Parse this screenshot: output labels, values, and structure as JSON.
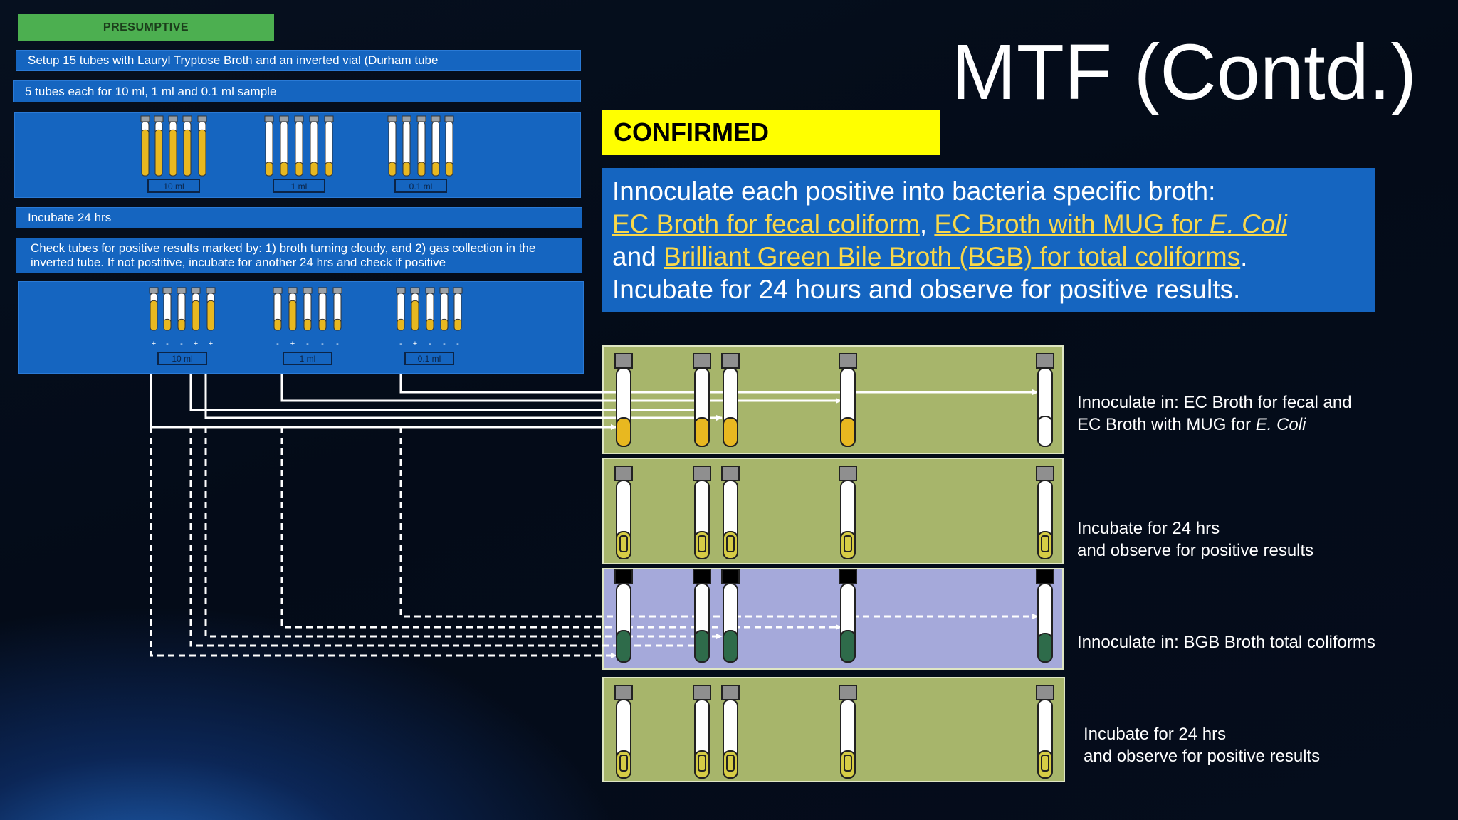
{
  "title": "MTF (Contd.)",
  "presumptive": {
    "header": "PRESUMPTIVE",
    "step1": "Setup 15 tubes with Lauryl Tryptose Broth and an inverted vial (Durham tube",
    "step2": "5 tubes each for 10 ml, 1 ml and 0.1 ml sample",
    "volumes": [
      "10 ml",
      "1 ml",
      "0.1 ml"
    ],
    "step3": "Incubate 24 hrs",
    "step4_line1": "Check tubes for positive results marked by: 1) broth turning cloudy, and 2) gas collection in the",
    "step4_line2": "inverted tube.  If not postitive, incubate for another 24 hrs and check if positive",
    "results": {
      "10 ml": [
        "+",
        "-",
        "-",
        "+",
        "+"
      ],
      "1 ml": [
        "-",
        "+",
        "-",
        "-",
        "-"
      ],
      "0.1 ml": [
        "-",
        "+",
        "-",
        "-",
        "-"
      ]
    }
  },
  "confirmed": {
    "header": "CONFIRMED",
    "line1": "Innoculate each positive into bacteria specific broth:",
    "link1": "EC Broth for fecal coliform",
    "sep1": ", ",
    "link2_prefix": "EC Broth with MUG for ",
    "link2_em": "E. Coli",
    "and": "and ",
    "link3": "Brilliant Green Bile Broth (BGB) for total coliforms",
    "period": ".",
    "line4": "Incubate for 24 hours and observe for positive results."
  },
  "rows": [
    {
      "line1": "Innoculate in: EC Broth for fecal and",
      "line2_prefix": "EC Broth with MUG for ",
      "line2_em": "E. Coli",
      "bg": "#a7b56b"
    },
    {
      "line1": "Incubate for 24 hrs",
      "line2_prefix": "and observe for positive results",
      "line2_em": "",
      "bg": "#a7b56b"
    },
    {
      "line1": "Innoculate in: BGB Broth total coliforms",
      "line2_prefix": "",
      "line2_em": "",
      "bg": "#a5a9da"
    },
    {
      "line1": "Incubate for 24 hrs",
      "line2_prefix": "and observe for positive results",
      "line2_em": "",
      "bg": "#a7b56b"
    }
  ],
  "colors": {
    "blue_panel": "#1565c0",
    "yellow": "#ffff00",
    "green_header": "#4caf50",
    "broth_yellow": "#e8b820",
    "bgb_green": "#2e6b4a"
  }
}
